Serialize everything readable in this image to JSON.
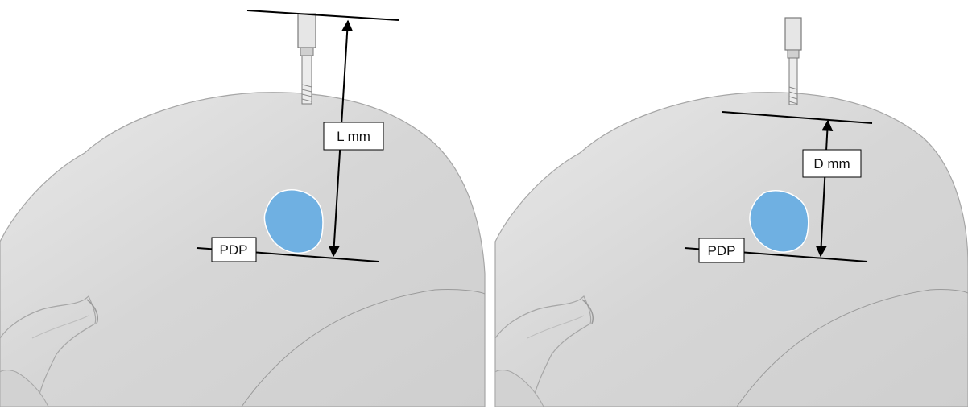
{
  "panels": [
    {
      "measure_label": "L mm",
      "plane_label": "PDP"
    },
    {
      "measure_label": "D mm",
      "plane_label": "PDP"
    }
  ],
  "colors": {
    "background": "#ffffff",
    "head_fill": "#d9d9d9",
    "head_outline": "#a6a6a6",
    "lesion": "#6fb0e2",
    "line": "#000000"
  }
}
